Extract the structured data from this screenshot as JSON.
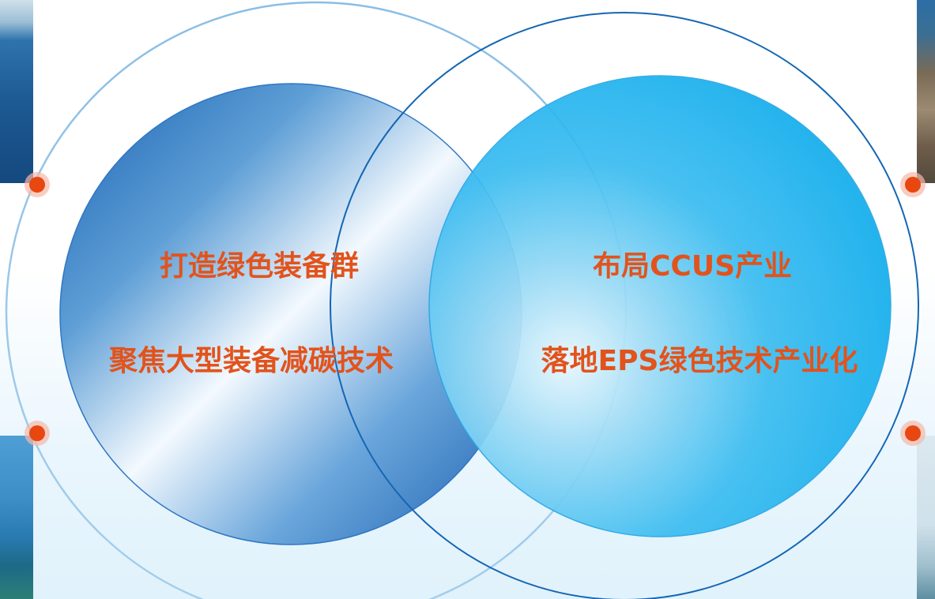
{
  "colors": {
    "accent_text": "#e2531c",
    "marker_dot": "#e8470f",
    "marker_halo": "#f7b8a8",
    "left_circle_dark": "#1a63b4",
    "right_circle_fill": "#1ab2ee",
    "outline": "#1466b4"
  },
  "left_group": {
    "line1": "打造绿色装备群",
    "line2": "聚焦大型装备减碳技术"
  },
  "right_group": {
    "line1": "布局CCUS产业",
    "line2": "落地EPS绿色技术产业化"
  }
}
